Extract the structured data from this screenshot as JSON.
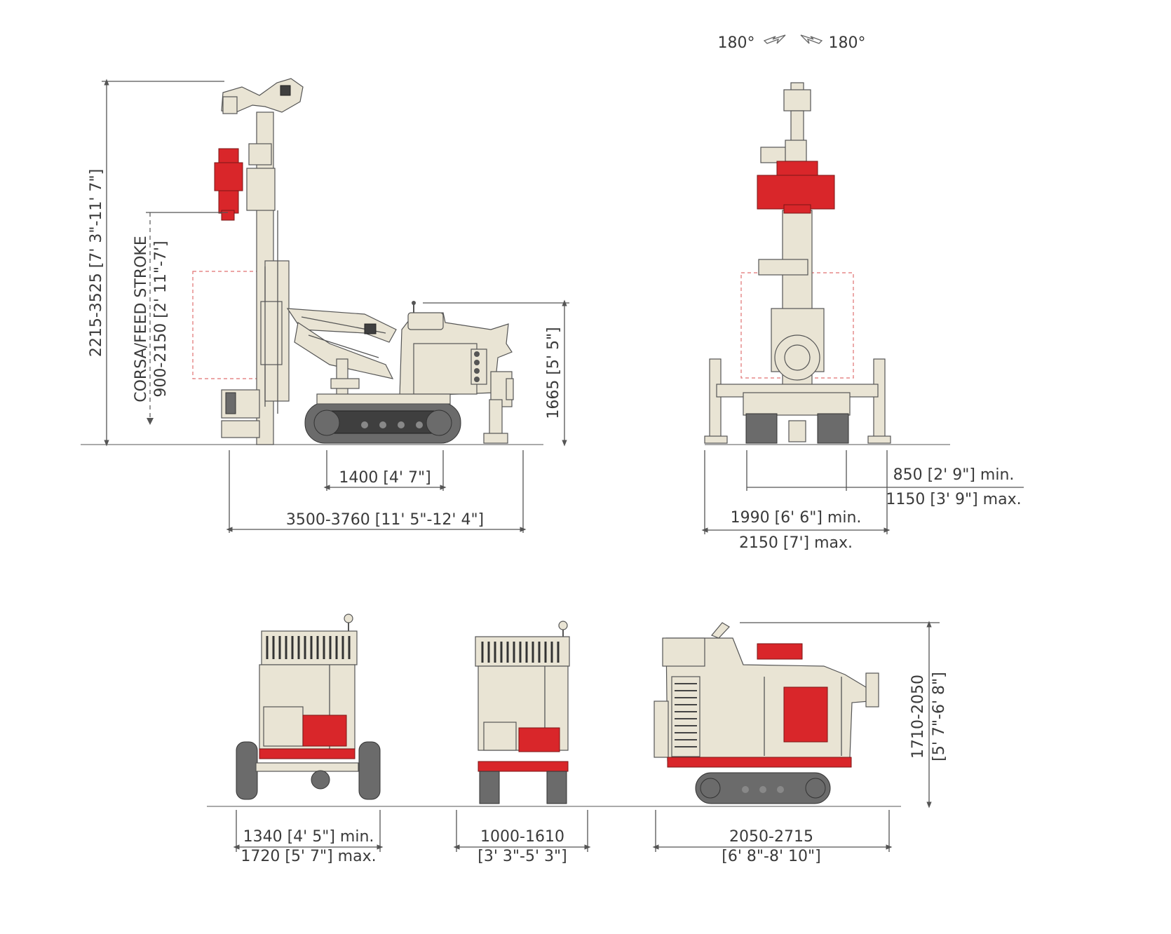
{
  "colors": {
    "machine_body": "#e9e4d4",
    "accent_red": "#d9262a",
    "track": "#6b6b6b",
    "dimension_text": "#3a3a3a"
  },
  "rotation": {
    "left": "180°",
    "right": "180°"
  },
  "side_view": {
    "total_height": "2215-3525 [7' 3\"-11' 7\"]",
    "feed_stroke_label": "CORSA/FEED STROKE",
    "feed_stroke_value": "900-2150 [2' 11\"-7']",
    "body_height": "1665 [5' 5\"]",
    "track_length": "1400 [4' 7\"]",
    "overall_length": "3500-3760 [11' 5\"-12' 4\"]"
  },
  "front_view": {
    "outrigger_min": "850 [2' 9\"] min.",
    "outrigger_max": "1150 [3' 9\"] max.",
    "width_min": "1990 [6' 6\"] min.",
    "width_max": "2150 [7'] max."
  },
  "transport_views": {
    "wheeled_width_min": "1340 [4' 5\"] min.",
    "wheeled_width_max": "1720 [5' 7\"] max.",
    "tracked_width": "1000-1610",
    "tracked_width_imperial": "[3' 3\"-5' 3\"]",
    "length": "2050-2715",
    "length_imperial": "[6' 8\"-8' 10\"]",
    "height": "1710-2050",
    "height_imperial": "[5' 7\"-6' 8\"]"
  }
}
